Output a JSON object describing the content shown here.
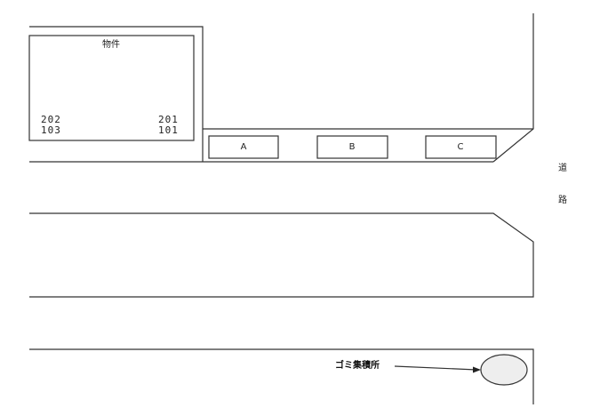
{
  "property": {
    "label": "物件",
    "units": [
      "202",
      "201",
      "103",
      "101"
    ]
  },
  "parking": [
    "A",
    "B",
    "C"
  ],
  "road": [
    "道",
    "路"
  ],
  "garbage": {
    "label": "ゴミ集積所"
  },
  "colors": {
    "line": "#333333",
    "garbage_fill": "#eeeeee"
  }
}
